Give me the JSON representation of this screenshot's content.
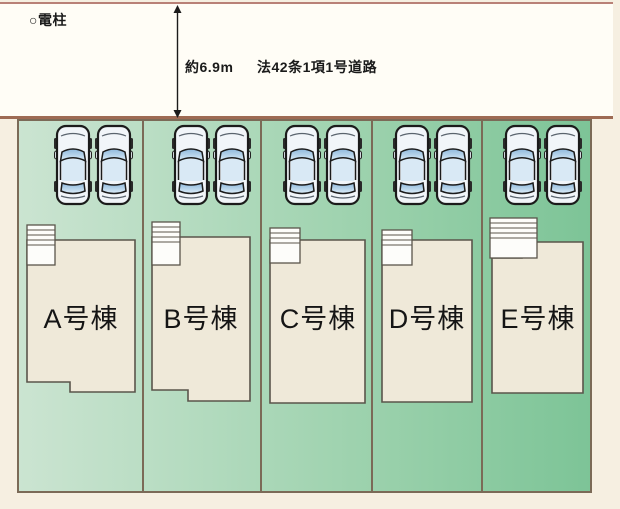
{
  "road": {
    "pole_label": "○電柱",
    "width_label": "約6.9m",
    "type_label": "法42条1項1号道路",
    "approx_width_m": 6.9
  },
  "lots": [
    {
      "id": "A",
      "label": "A号棟",
      "parking_spaces": 2
    },
    {
      "id": "B",
      "label": "B号棟",
      "parking_spaces": 2
    },
    {
      "id": "C",
      "label": "C号棟",
      "parking_spaces": 2
    },
    {
      "id": "D",
      "label": "D号棟",
      "parking_spaces": 2
    },
    {
      "id": "E",
      "label": "E号棟",
      "parking_spaces": 2
    }
  ],
  "colors": {
    "page_background": "#f6efe1",
    "road_fill": "#fffdf6",
    "road_border_top": "#b98177",
    "road_border_bottom": "#9e6b54",
    "lot_green_light": "#cbe4d1",
    "lot_green_dark": "#7dc497",
    "lot_border": "#7b6a57",
    "building_fill": "#efe9d9",
    "building_stroke": "#5a554b",
    "car_window_blue": "#9cc0e0"
  }
}
